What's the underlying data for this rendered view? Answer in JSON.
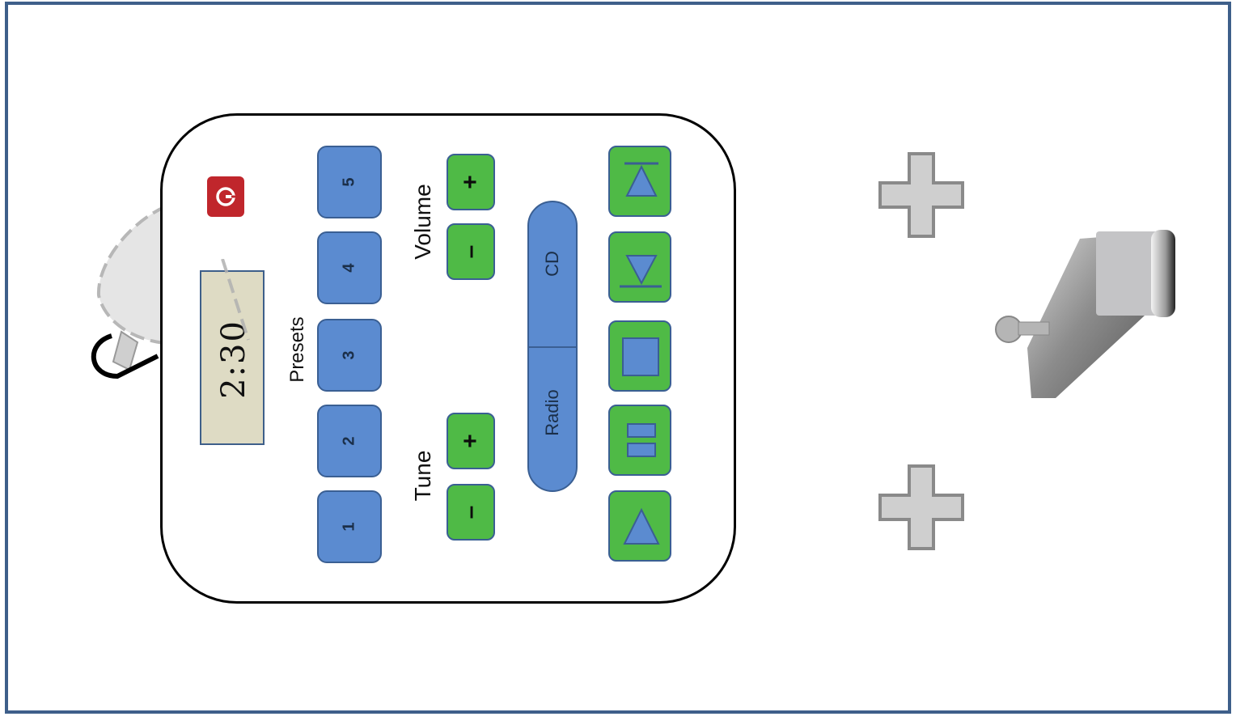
{
  "remote": {
    "presets_label": "Presets",
    "preset_buttons": [
      "1",
      "2",
      "3",
      "4",
      "5"
    ],
    "tune_label": "Tune",
    "volume_label": "Volume",
    "minus_symbol": "–",
    "plus_symbol": "+",
    "source_radio": "Radio",
    "source_cd": "CD",
    "display_time": "2:30"
  },
  "icons": {
    "power": "power-icon",
    "transport": [
      "play-icon",
      "pause-icon",
      "stop-icon",
      "next-track-icon",
      "previous-track-icon"
    ],
    "add": "plus-cross-icon"
  },
  "colors": {
    "frame": "#3e5f8a",
    "button_blue": "#5b8bd0",
    "button_green": "#4fba46",
    "power_red": "#c0262c",
    "display_bg": "#dedbc4"
  }
}
